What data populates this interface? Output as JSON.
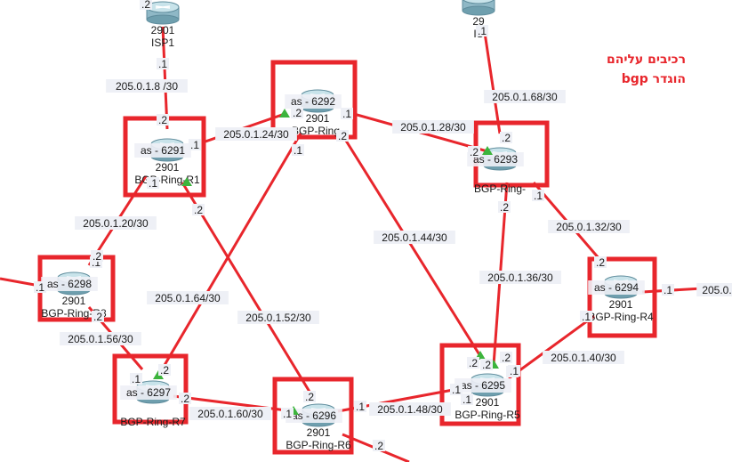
{
  "note": {
    "line1": "רכיבים עליהם",
    "line2": "הוגדר bgp"
  },
  "colors": {
    "link": "#e8262c",
    "box": "#e8262c",
    "router_body": "#8fb8c6",
    "router_top": "#c8e3ea",
    "status_up": "#3cb43c"
  },
  "routers": [
    {
      "id": "isp1",
      "model": "2901",
      "name": "ISP1",
      "as_label": "",
      "boxed": false
    },
    {
      "id": "isp2",
      "model": "29",
      "name": "IS",
      "as_label": "",
      "boxed": false
    },
    {
      "id": "r1",
      "model": "2901",
      "name": "BGP-Ring-R1",
      "as_label": "as - 6291",
      "boxed": true
    },
    {
      "id": "r2",
      "model": "2901",
      "name": "BGP-Ring-",
      "as_label": "as - 6292",
      "boxed": true
    },
    {
      "id": "r3",
      "model": "",
      "name": "BGP-Ring-",
      "as_label": "as - 6293",
      "boxed": true
    },
    {
      "id": "r4",
      "model": "2901",
      "name": "BGP-Ring-R4",
      "as_label": "as - 6294",
      "boxed": true
    },
    {
      "id": "r5",
      "model": "2901",
      "name": "BGP-Ring-R5",
      "as_label": "as - 6295",
      "boxed": true
    },
    {
      "id": "r6",
      "model": "2901",
      "name": "BGP-Ring-R6",
      "as_label": "as - 6296",
      "boxed": true
    },
    {
      "id": "r7",
      "model": "",
      "name": "BGP-Ring-R7",
      "as_label": "as - 6297",
      "boxed": true
    },
    {
      "id": "r8",
      "model": "2901",
      "name": "BGP-Ring-R8",
      "as_label": "as - 6298",
      "boxed": true
    }
  ],
  "links": [
    {
      "id": "isp1-r1",
      "subnet": "205.0.1.8 /30"
    },
    {
      "id": "isp2-r3",
      "subnet": "205.0.1.68/30"
    },
    {
      "id": "r1-r2",
      "subnet": "205.0.1.24/30"
    },
    {
      "id": "r2-r3",
      "subnet": "205.0.1.28/30"
    },
    {
      "id": "r1-r8",
      "subnet": "205.0.1.20/30"
    },
    {
      "id": "r3-r4",
      "subnet": "205.0.1.32/30"
    },
    {
      "id": "r3-r5",
      "subnet": "205.0.1.36/30"
    },
    {
      "id": "r2-r5",
      "subnet": "205.0.1.44/30"
    },
    {
      "id": "r2-r7",
      "subnet": "205.0.1.64/30"
    },
    {
      "id": "r1-r6",
      "subnet": "205.0.1.52/30"
    },
    {
      "id": "r4-r5",
      "subnet": "205.0.1.40/30"
    },
    {
      "id": "r8-r7",
      "subnet": "205.0.1.56/30"
    },
    {
      "id": "r7-r6",
      "subnet": "205.0.1.60/30"
    },
    {
      "id": "r6-r5",
      "subnet": "205.0.1.48/30"
    },
    {
      "id": "r4-ext",
      "subnet": "205.0."
    },
    {
      "id": "r8-ext",
      "subnet": ""
    },
    {
      "id": "r6-ext",
      "subnet": ""
    }
  ],
  "iface_labels": [
    ".2",
    ".1",
    ".1",
    ".2",
    ".2",
    ".1",
    ".2",
    ".1",
    ".2",
    ".1",
    ".2",
    ".1",
    ".1",
    ".2",
    ".2",
    ".1",
    ".2",
    ".1",
    ".1",
    ".2",
    ".2",
    ".1",
    ".2",
    ".2",
    ".1",
    ".2",
    ".1",
    ".1",
    ".2",
    ".2",
    ".1",
    ".2",
    ".1",
    ".2",
    ".1",
    ".1"
  ]
}
